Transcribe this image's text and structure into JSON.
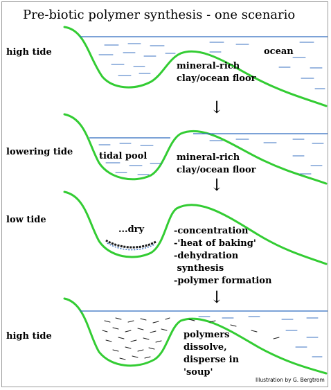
{
  "title": "Pre-biotic polymer synthesis - one scenario",
  "panels": [
    {
      "stage": "high tide",
      "water_labels": [
        "ocean"
      ],
      "notes": [
        "mineral-rich",
        "clay/ocean floor"
      ]
    },
    {
      "stage": "lowering tide",
      "water_labels": [
        "tidal pool"
      ],
      "notes": [
        "mineral-rich",
        "clay/ocean floor"
      ]
    },
    {
      "stage": "low tide",
      "water_labels": [
        "...dry"
      ],
      "notes": [
        "-concentration",
        "-'heat of baking'",
        "-dehydration",
        " synthesis",
        "-polymer formation"
      ]
    },
    {
      "stage": "high tide",
      "water_labels": [],
      "notes": [
        "polymers",
        "dissolve,",
        "disperse in",
        "'soup'"
      ]
    }
  ],
  "arrow_glyph": "↓",
  "credit": "Illustration by G. Bergtrom",
  "colors": {
    "ground": "#33cc33",
    "water": "#2d6bbf",
    "polymer": "#1a1a1a"
  }
}
